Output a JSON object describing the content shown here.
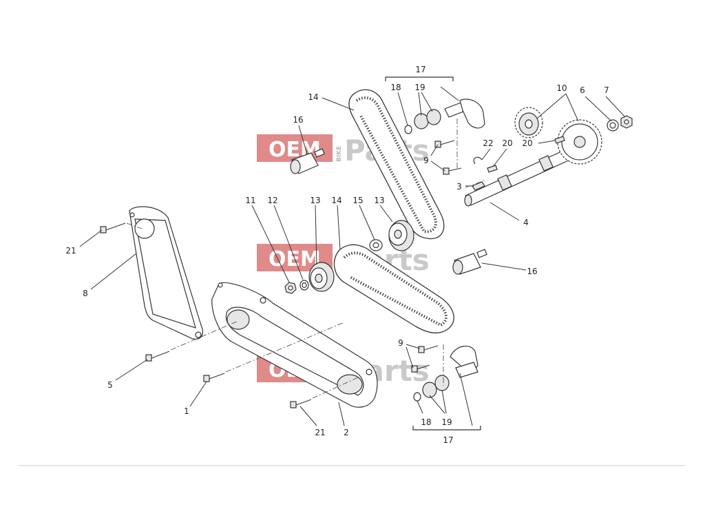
{
  "diagram": {
    "callouts": {
      "c1": "1",
      "c2": "2",
      "c3": "3",
      "c4": "4",
      "c5": "5",
      "c6": "6",
      "c7": "7",
      "c8": "8",
      "c9a": "9",
      "c9b": "9",
      "c10": "10",
      "c11": "11",
      "c12": "12",
      "c13a": "13",
      "c13b": "13",
      "c14a": "14",
      "c14b": "14",
      "c15": "15",
      "c16a": "16",
      "c16b": "16",
      "c17a": "17",
      "c17b": "17",
      "c18a": "18",
      "c18b": "18",
      "c19a": "19",
      "c19b": "19",
      "c20a": "20",
      "c20b": "20",
      "c21a": "21",
      "c21b": "21",
      "c22": "22"
    },
    "watermark": {
      "oem": "OEM",
      "bike": "BIKE",
      "parts": "Parts"
    },
    "colors": {
      "watermark_red": "#e08a8a",
      "line": "#333333",
      "divider": "#cccccc"
    }
  }
}
